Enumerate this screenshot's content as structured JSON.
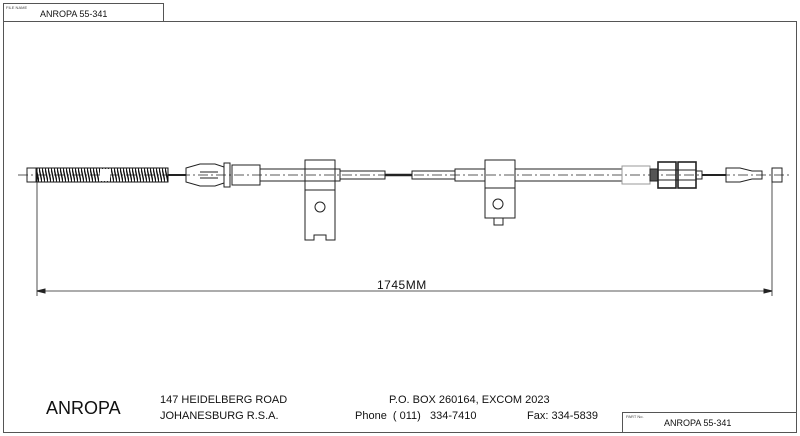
{
  "title_block": {
    "file_name_label": "FILE NAME",
    "file_name": "ANROPA 55-341",
    "part_no_label": "PART No.",
    "part_no": "ANROPA 55-341"
  },
  "drawing": {
    "overall_length": "1745MM"
  },
  "footer": {
    "company": "ANROPA",
    "address_line1": "147 HEIDELBERG ROAD",
    "address_line2": "JOHANESBURG R.S.A.",
    "po_box": "P.O. BOX 260164, EXCOM 2023",
    "phone": "Phone  ( 011)   334-7410",
    "fax": "Fax: 334-5839"
  }
}
